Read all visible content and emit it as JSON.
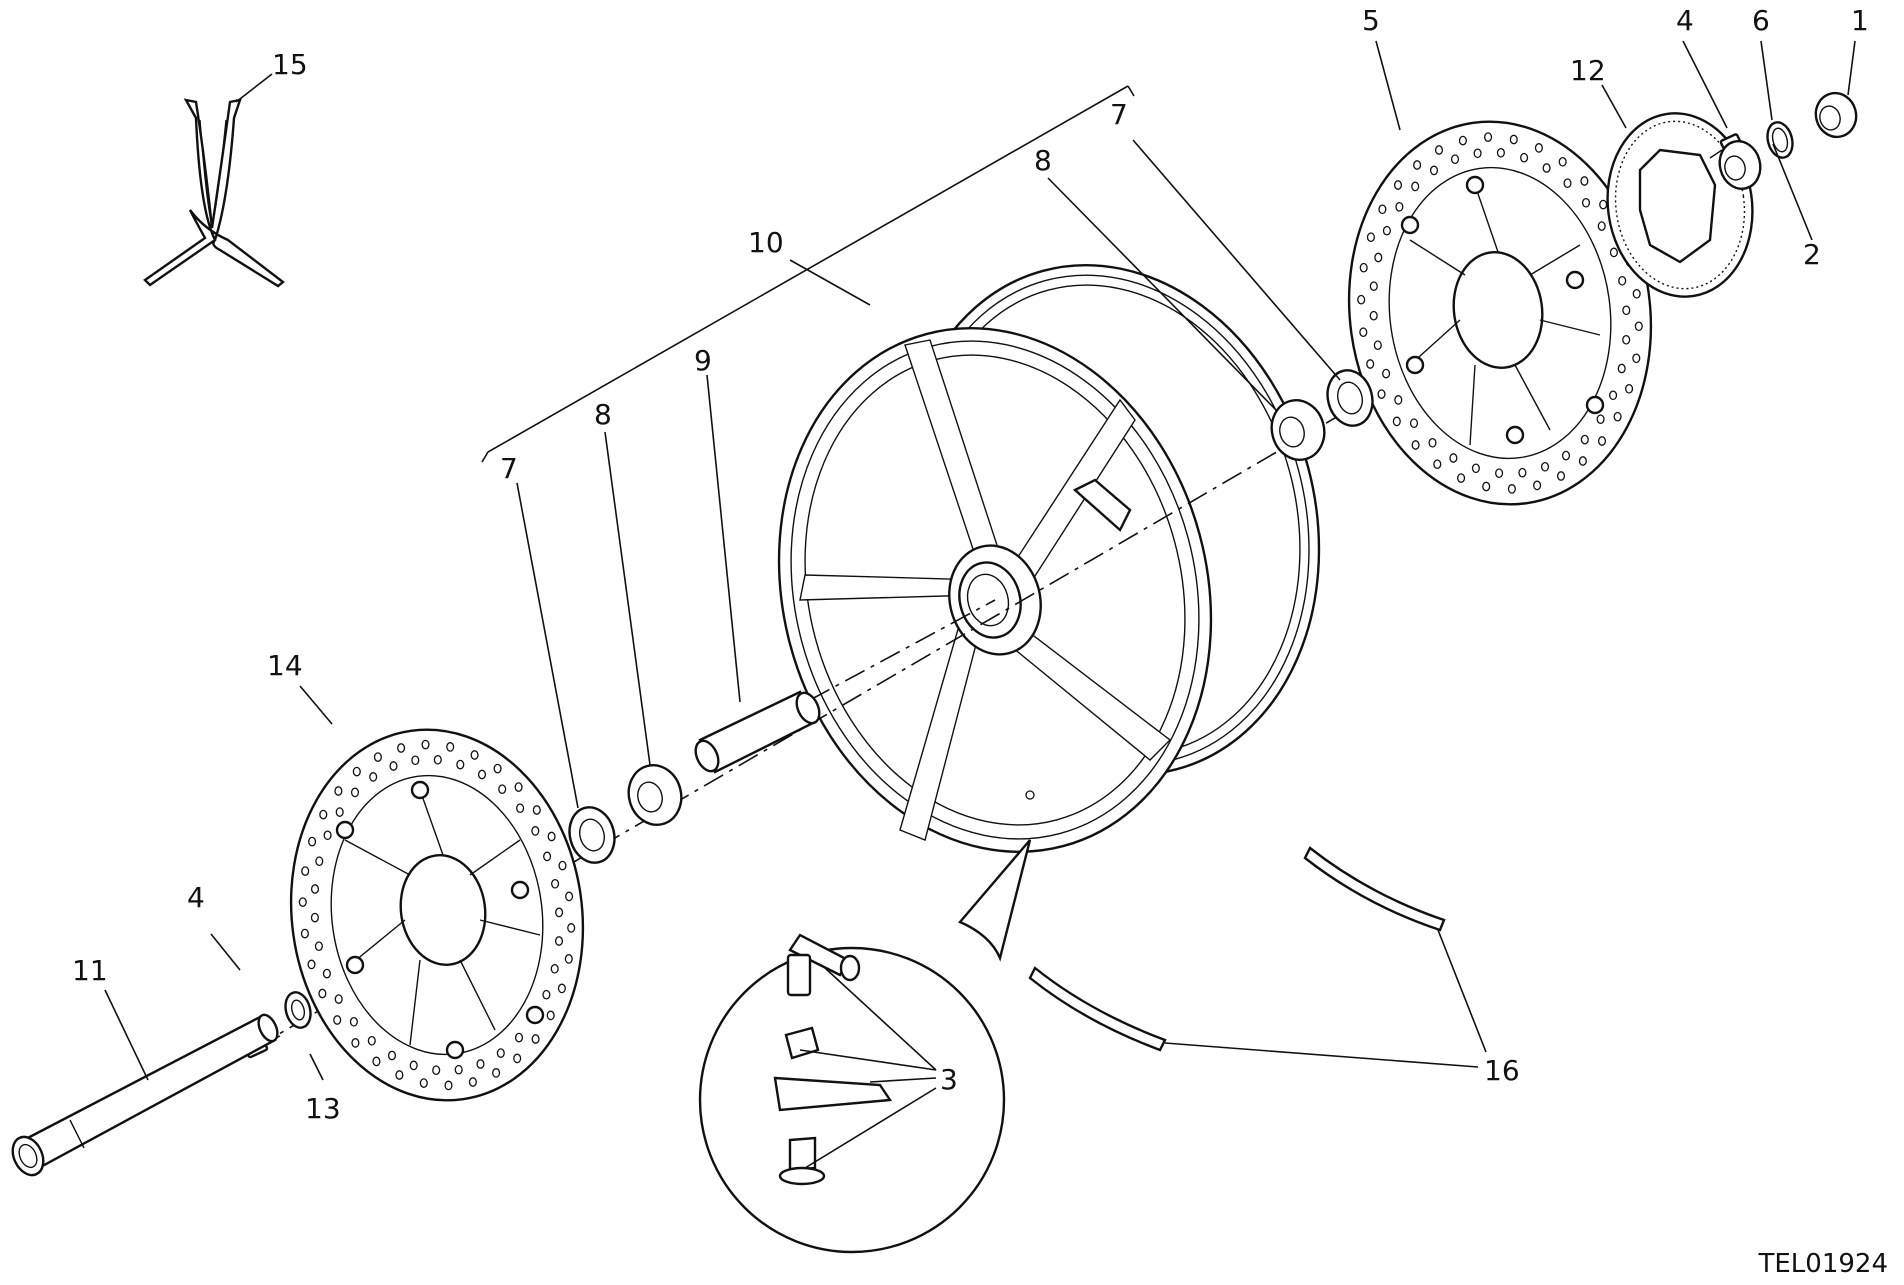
{
  "diagram": {
    "drawing_code": "TEL01924",
    "callouts": [
      "1",
      "2",
      "3",
      "4",
      "5",
      "6",
      "7",
      "8",
      "9",
      "10",
      "11",
      "12",
      "13",
      "14",
      "15",
      "16"
    ],
    "components": [
      "front-wheel-rim",
      "front-brake-disc-left",
      "front-brake-disc-right",
      "phonic-wheel",
      "wheel-axle",
      "spacer",
      "bearing",
      "seal-ring",
      "nut",
      "screw",
      "valve-assembly",
      "rim-decal-stripes",
      "rim-protector"
    ]
  }
}
